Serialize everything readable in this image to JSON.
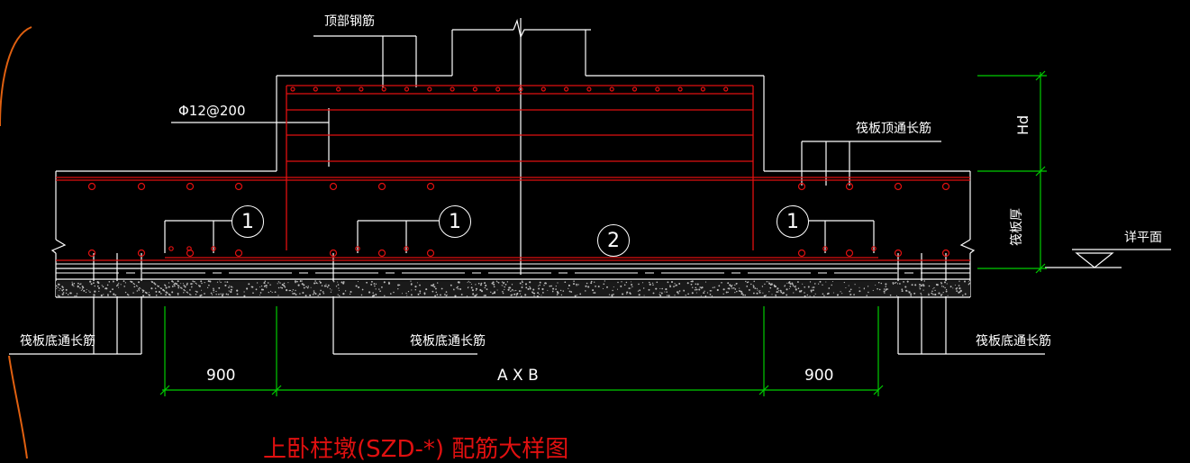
{
  "drawing": {
    "title": "上卧柱墩(SZD-*) 配筋大样图",
    "labels": {
      "top_rebar": "顶部钢筋",
      "stirrup_spec": "Φ12@200",
      "raft_top_rebar": "筏板顶通长筋",
      "hd": "Hd",
      "raft_thickness": "筏板厚",
      "see_plan": "详平面",
      "raft_bottom_left": "筏板底通长筋",
      "raft_bottom_mid": "筏板底通长筋",
      "raft_bottom_right": "筏板底通长筋"
    },
    "dimensions": {
      "left": "900",
      "middle": "A X B",
      "right": "900"
    },
    "markers": {
      "m1a": "1",
      "m1b": "1",
      "m1c": "1",
      "m2": "2"
    },
    "colors": {
      "background": "#000000",
      "linework": "#ffffff",
      "rebar": "#e01010",
      "dimension": "#00cc00",
      "arc": "#e06010"
    }
  }
}
